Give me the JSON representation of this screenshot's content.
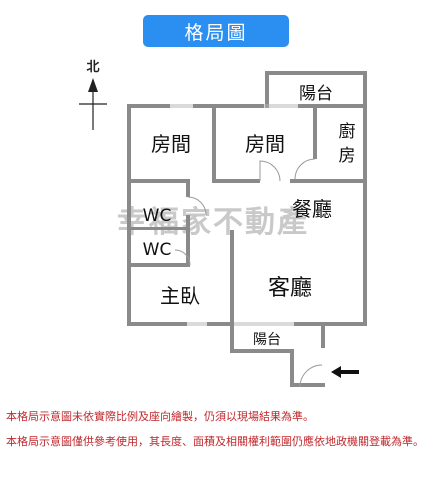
{
  "title": "格局圖",
  "compass": {
    "label": "北"
  },
  "watermark": "幸福家不動產",
  "rooms": {
    "balcony_top": "陽台",
    "bedroom_left": "房間",
    "bedroom_right": "房間",
    "kitchen_line1": "廚",
    "kitchen_line2": "房",
    "wc_upper": "WC",
    "wc_lower": "WC",
    "dining": "餐廳",
    "master": "主臥",
    "living": "客廳",
    "balcony_bottom": "陽台"
  },
  "entrance_icon": "arrow-left-icon",
  "notes": [
    "本格局示意圖未依實際比例及座向繪製，仍須以現場結果為準。",
    "本格局示意圖僅供參考使用，其長度、面積及相關權利範圍仍應依地政機關登載為準。"
  ],
  "colors": {
    "banner": "#2a8ff0",
    "wall": "#8a8a8a",
    "note_text": "#c0282d",
    "watermark": "#c9c9c9"
  }
}
